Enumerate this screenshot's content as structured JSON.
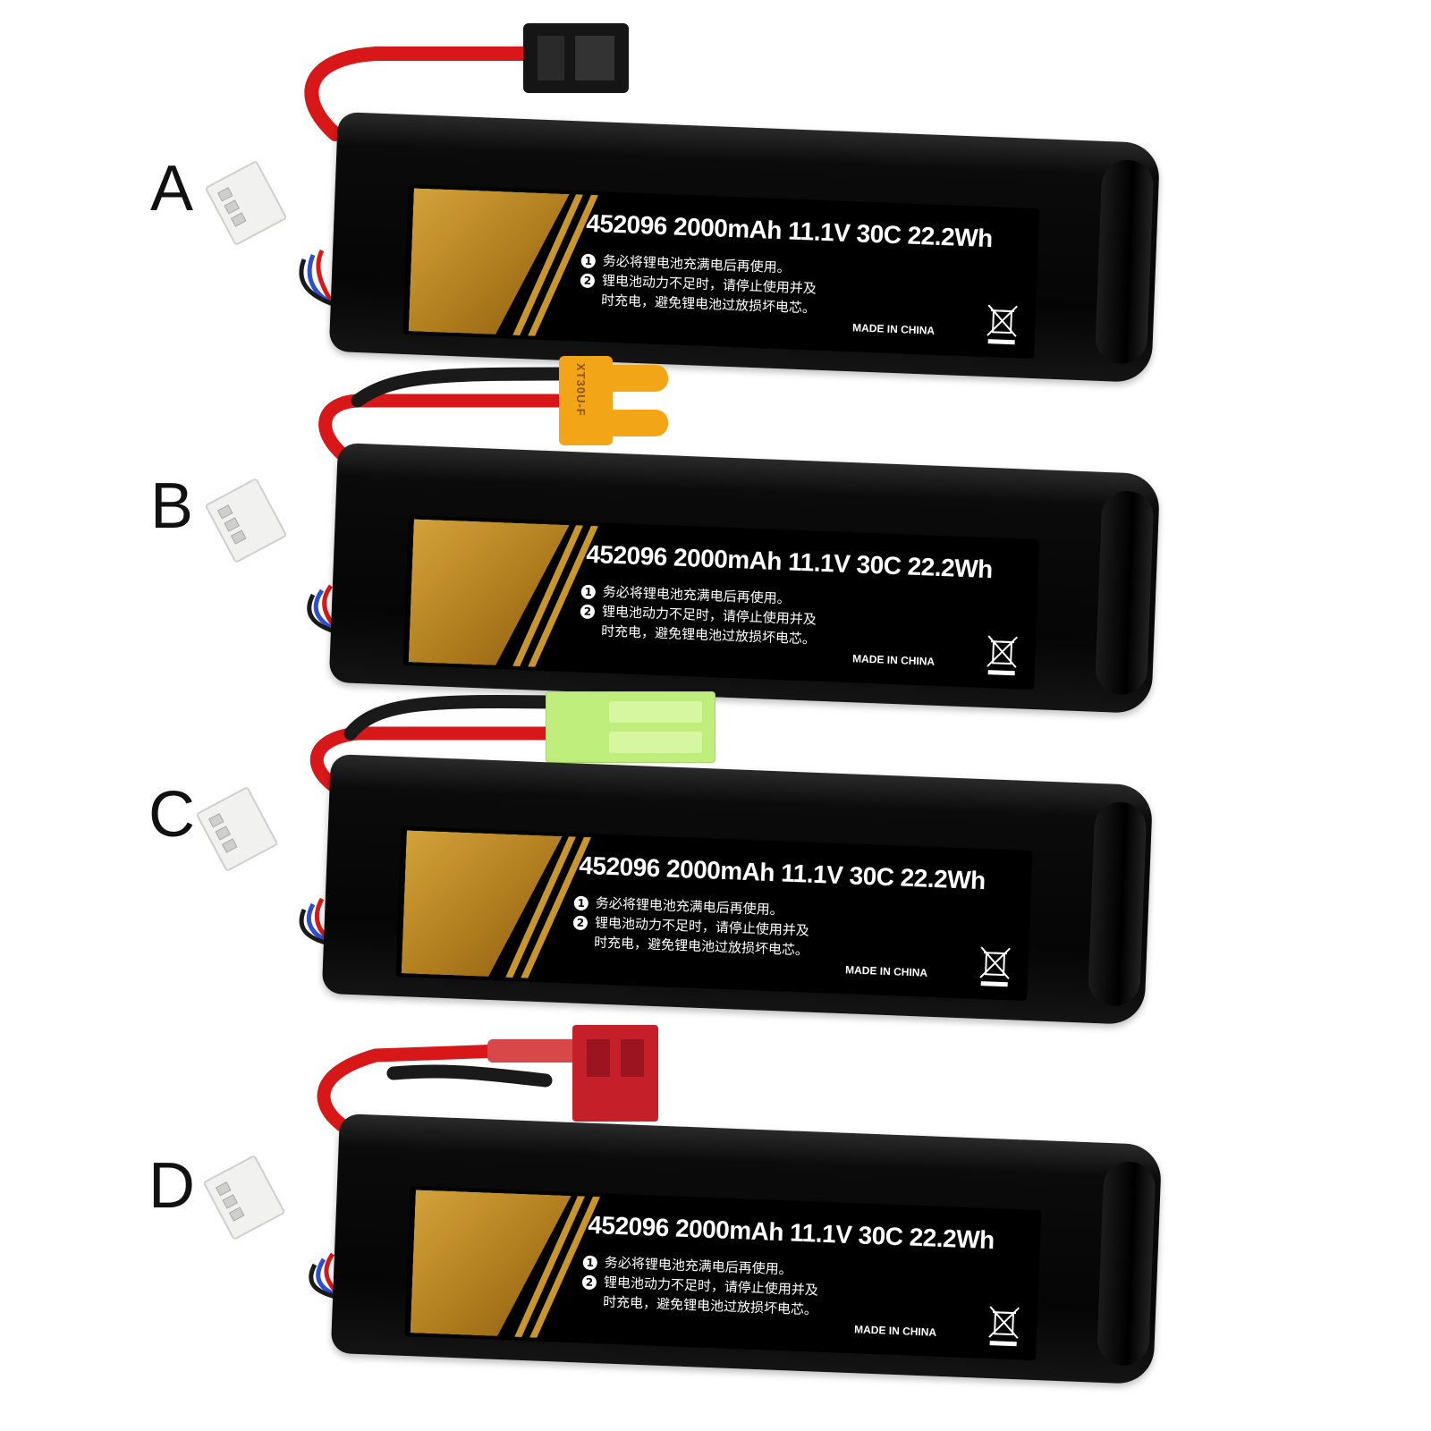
{
  "batteries": [
    {
      "letter": "A",
      "connector": "sm-2p-black"
    },
    {
      "letter": "B",
      "connector": "xt30-yellow"
    },
    {
      "letter": "C",
      "connector": "tamiya-green"
    },
    {
      "letter": "D",
      "connector": "t-plug-red"
    }
  ],
  "label": {
    "spec": "452096 2000mAh 11.1V 30C 22.2Wh",
    "note1_num": "1",
    "note1": "务必将锂电池充满电后再使用。",
    "note2_num": "2",
    "note2a": "锂电池动力不足时，请停止使用并及",
    "note2b": "时充电，避免锂电池过放损坏电芯。",
    "made_in": "MADE IN CHINA",
    "recycle_icon": "crossed-bin-icon"
  },
  "xt30_marking": "XT30U-F",
  "colors": {
    "battery": "#050505",
    "gold": "#c9962e",
    "red_wire": "#d81818",
    "black_wire": "#1a1a1a",
    "blue_wire": "#2a4fd0",
    "xt30": "#f2a516",
    "tamiya": "#bfee7c",
    "t_plug": "#c5202a"
  }
}
